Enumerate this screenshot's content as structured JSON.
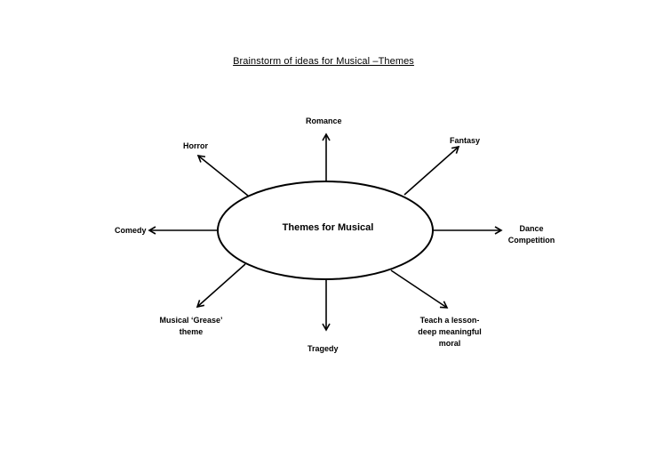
{
  "title": "Brainstorm of ideas for Musical –Themes",
  "center": {
    "label": "Themes for Musical"
  },
  "themes": {
    "romance": "Romance",
    "fantasy": "Fantasy",
    "horror": "Horror",
    "comedy": "Comedy",
    "dance_line1": "Dance",
    "dance_line2": "Competition",
    "grease_line1": "Musical ‘Grease’",
    "grease_line2": "theme",
    "tragedy": "Tragedy",
    "teach_line1": "Teach a lesson-",
    "teach_line2": "deep meaningful",
    "teach_line3": "moral"
  },
  "colors": {
    "stroke": "#000000",
    "background": "#ffffff"
  }
}
